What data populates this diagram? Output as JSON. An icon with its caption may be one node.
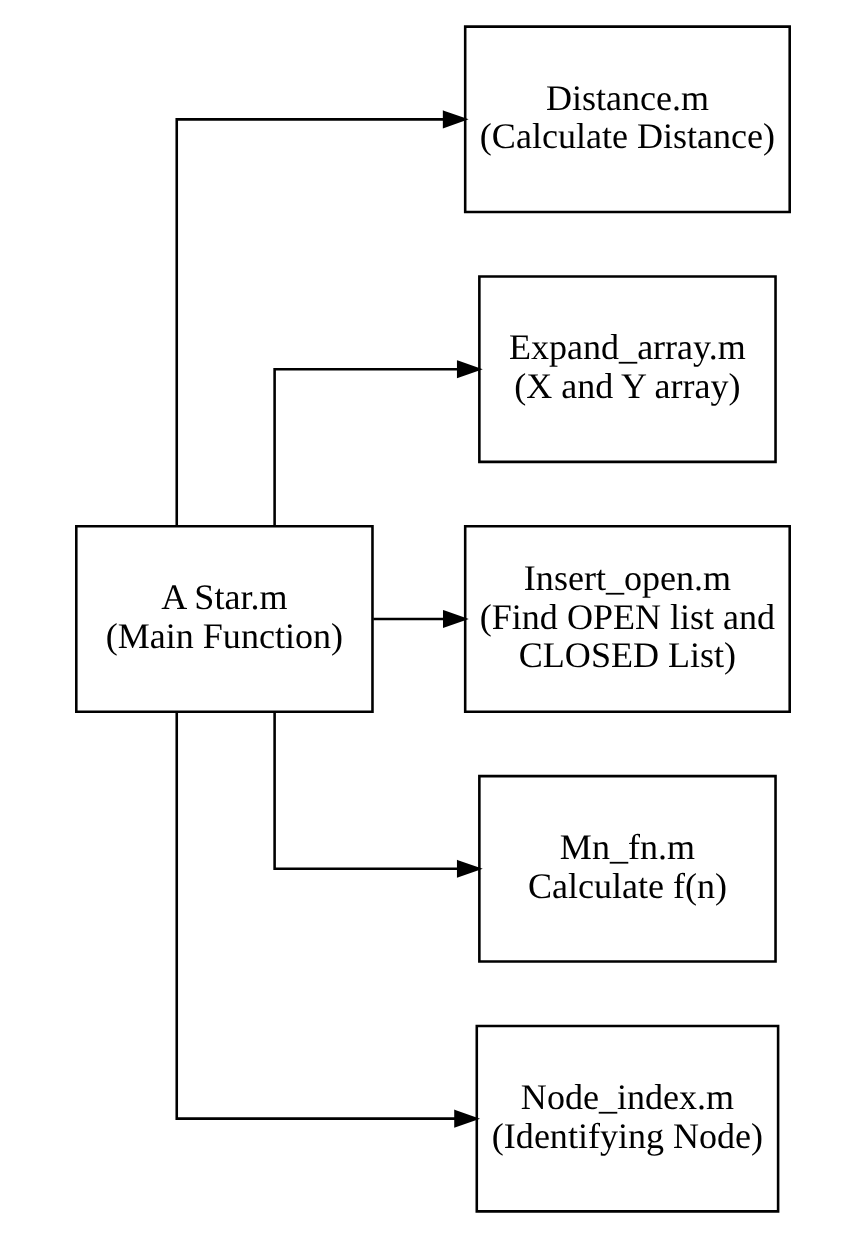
{
  "diagram": {
    "nodes": [
      {
        "text": [
          "A Star.m",
          "(Main Function)"
        ]
      },
      {
        "text": [
          "Distance.m",
          "(Calculate Distance)"
        ]
      },
      {
        "text": [
          "Expand_array.m",
          "(X and Y array)"
        ]
      },
      {
        "text": [
          "Insert_open.m",
          "(Find OPEN list and CLOSED List)"
        ]
      },
      {
        "text": [
          "Mn_fn.m",
          "Calculate f(n)"
        ]
      },
      {
        "text": [
          "Node_index.m",
          "(Identifying Node)"
        ]
      }
    ],
    "edges": [
      {
        "from": 0,
        "to": 1,
        "arrow": "to"
      },
      {
        "from": 0,
        "to": 2,
        "arrow": "to"
      },
      {
        "from": 0,
        "to": 3,
        "arrow": "to"
      },
      {
        "from": 0,
        "to": 4,
        "arrow": "to"
      },
      {
        "from": 0,
        "to": 5,
        "arrow": "to"
      }
    ]
  }
}
